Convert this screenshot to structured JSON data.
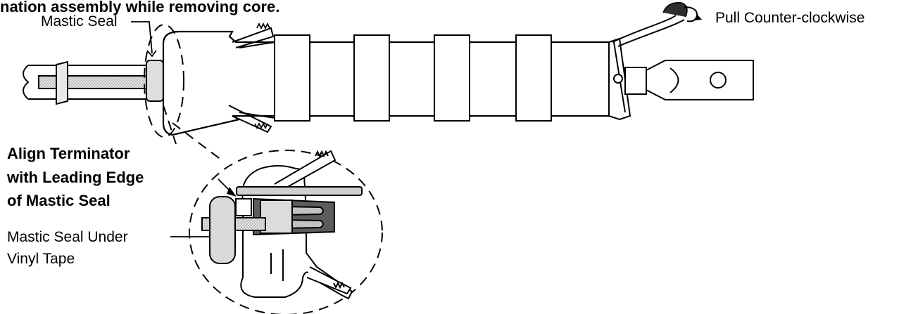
{
  "caption_fragment": "nation assembly while removing core.",
  "labels": {
    "mastic_seal": "Mastic Seal",
    "pull_direction": "Pull Counter-clockwise",
    "align_note_line1": "Align Terminator",
    "align_note_line2": "with Leading Edge",
    "align_note_line3": "of Mastic Seal",
    "mastic_under_tape_line1": "Mastic Seal Under",
    "mastic_under_tape_line2": "Vinyl Tape"
  },
  "colors": {
    "line": "#000000",
    "light_fill": "#d9d9d9",
    "medium_fill": "#b8b8b8",
    "dark_fill": "#5a5a5a",
    "background": "#ffffff"
  }
}
